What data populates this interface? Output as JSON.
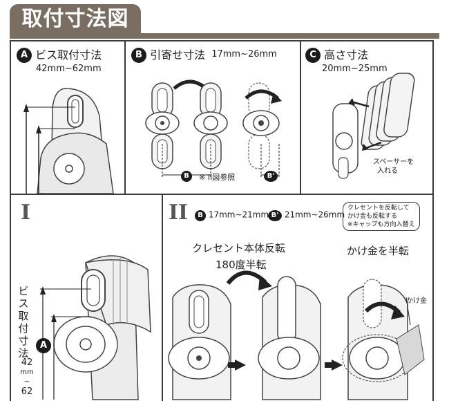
{
  "header": {
    "title": "取付寸法図"
  },
  "panel_a": {
    "badge": "A",
    "label": "ビス取付寸法",
    "range": "42mm~62mm"
  },
  "panel_b": {
    "badge": "B",
    "label": "引寄せ寸法",
    "range": "17mm~26mm",
    "dim_badge": "B",
    "dim_badge_prime": "B'",
    "note": "※ II図参照"
  },
  "panel_c": {
    "badge": "C",
    "label": "高さ寸法",
    "range": "20mm~25mm",
    "spacer_note_line1": "スペーサーを",
    "spacer_note_line2": "入れる"
  },
  "panel_1": {
    "roman": "I",
    "vertical_label": "ビス取付寸法",
    "badge": "A",
    "range_top": "42",
    "range_unit": "mm",
    "range_tilde": "~",
    "range_bottom": "62"
  },
  "panel_2": {
    "roman": "II",
    "spec_b_badge": "B",
    "spec_b_range": "17mm~21mm",
    "spec_bp_badge": "B'",
    "spec_bp_range": "21mm~26mm",
    "note_line1": "クレセントを反転して",
    "note_line2": "かけ金も反転する",
    "note_line3": "※キャップも方向入替え",
    "step1_line1": "クレセント本体反転",
    "step1_line2": "180度半転",
    "step2": "かけ金を半転",
    "kakegane": "かけ金"
  }
}
